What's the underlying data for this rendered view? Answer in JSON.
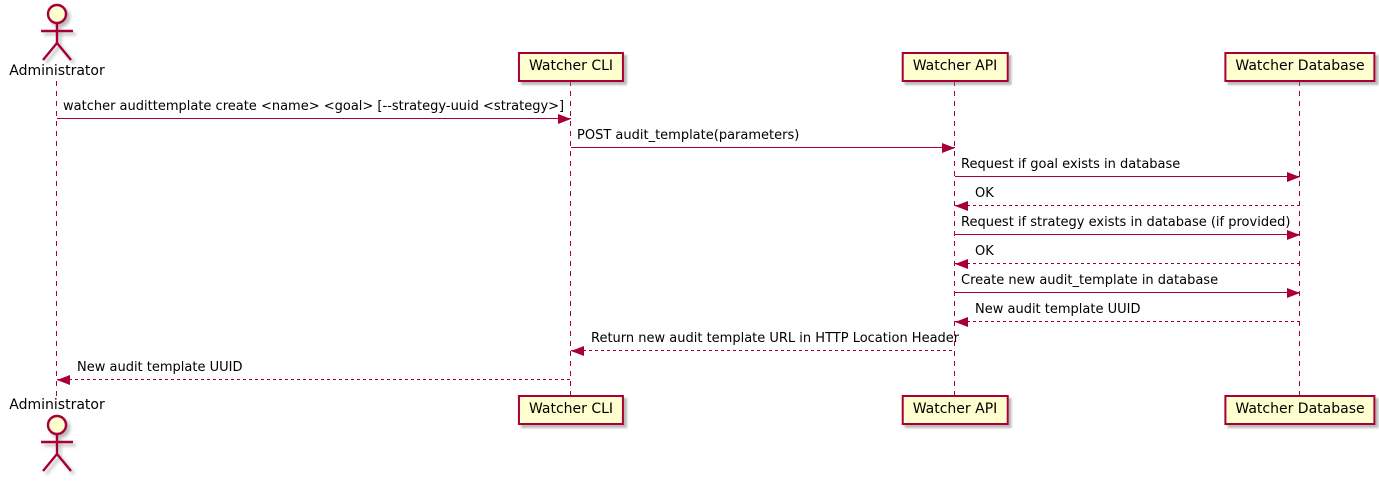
{
  "diagram": {
    "type": "sequence",
    "actor": {
      "label": "Administrator"
    },
    "participants": [
      {
        "id": "administrator",
        "label": "Administrator",
        "kind": "actor"
      },
      {
        "id": "cli",
        "label": "Watcher CLI",
        "kind": "participant"
      },
      {
        "id": "api",
        "label": "Watcher API",
        "kind": "participant"
      },
      {
        "id": "db",
        "label": "Watcher Database",
        "kind": "participant"
      }
    ],
    "messages": [
      {
        "from": "administrator",
        "to": "cli",
        "text": "watcher audittemplate create <name> <goal> [--strategy-uuid <strategy>]",
        "style": "solid"
      },
      {
        "from": "cli",
        "to": "api",
        "text": "POST audit_template(parameters)",
        "style": "solid"
      },
      {
        "from": "api",
        "to": "db",
        "text": "Request if goal exists in database",
        "style": "solid"
      },
      {
        "from": "db",
        "to": "api",
        "text": "OK",
        "style": "dashed"
      },
      {
        "from": "api",
        "to": "db",
        "text": "Request if strategy exists in database (if provided)",
        "style": "solid"
      },
      {
        "from": "db",
        "to": "api",
        "text": "OK",
        "style": "dashed"
      },
      {
        "from": "api",
        "to": "db",
        "text": "Create new audit_template in database",
        "style": "solid"
      },
      {
        "from": "db",
        "to": "api",
        "text": "New audit template UUID",
        "style": "dashed"
      },
      {
        "from": "api",
        "to": "cli",
        "text": "Return new audit template URL in HTTP Location Header",
        "style": "dashed"
      },
      {
        "from": "cli",
        "to": "administrator",
        "text": "New audit template UUID",
        "style": "dashed"
      }
    ],
    "colors": {
      "stroke": "#A80036",
      "fill": "#FEFECE",
      "text": "#000000"
    }
  }
}
